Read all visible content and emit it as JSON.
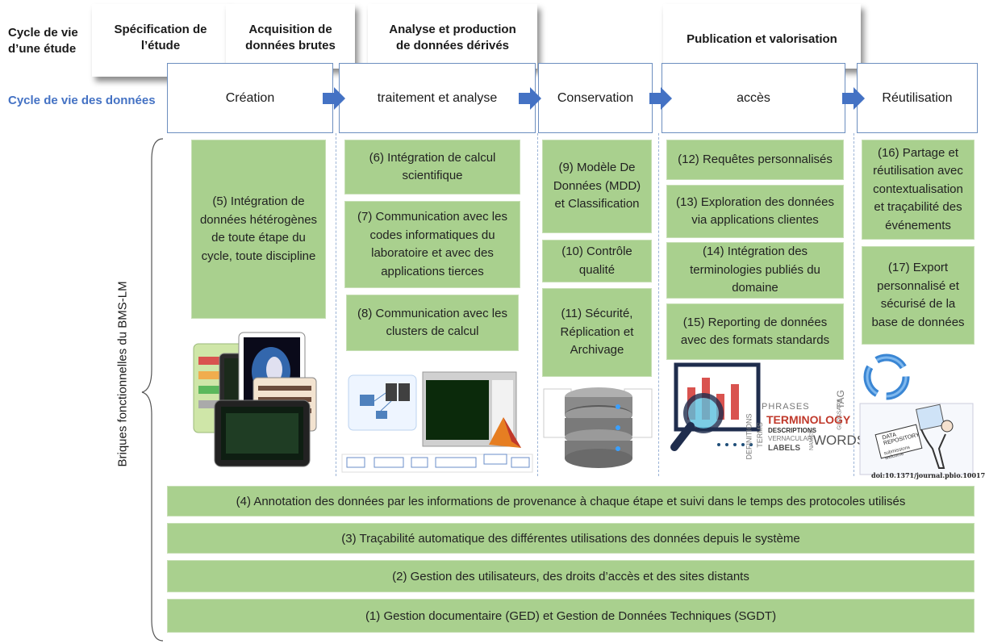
{
  "study_cycle": {
    "label": "Cycle de vie\nd’une étude",
    "phases": [
      "Spécification de\nl’étude",
      "Acquisition de\ndonnées brutes",
      "Analyse et production\nde données dérivés",
      "Publication et valorisation"
    ]
  },
  "data_cycle": {
    "label": "Cycle de vie des données",
    "stages": [
      "Création",
      "traitement et analyse",
      "Conservation",
      "accès",
      "Réutilisation"
    ]
  },
  "side_label": "Briques fonctionnelles du BMS-LM",
  "boxes": {
    "b5": "(5) Intégration de données hétérogènes de toute étape du cycle, toute discipline",
    "b6": "(6) Intégration de calcul scientifique",
    "b7": "(7) Communication avec les codes informatiques du laboratoire et avec des applications tierces",
    "b8": "(8) Communication avec les clusters de calcul",
    "b9": "(9) Modèle De Données (MDD) et Classification",
    "b10": "(10) Contrôle qualité",
    "b11": "(11) Sécurité, Réplication et Archivage",
    "b12": "(12) Requêtes personnalisés",
    "b13": "(13) Exploration des données via applications clientes",
    "b14": "(14) Intégration des terminologies publiés du domaine",
    "b15": "(15) Reporting de données avec des formats standards",
    "b16": "(16) Partage et réutilisation avec contextualisation et traçabilité des événements",
    "b17": "(17) Export personnalisé et sécurisé de la base de données"
  },
  "bars": [
    "(4) Annotation des données par les informations de provenance à chaque étape et suivi  dans le temps des protocoles utilisés",
    "(3) Traçabilité automatique des différentes utilisations des données depuis le système",
    "(2) Gestion des utilisateurs, des droits d’accès et des sites distants",
    "(1) Gestion documentaire (GED) et Gestion de Données Techniques (SGDT)"
  ],
  "image_text": {
    "terminology": "TERMINOLOGY",
    "phrases": "PHRASES",
    "descriptions": "DESCRIPTIONS",
    "vernacular": "VERNACULAR",
    "labels": "LABELS",
    "words": "WORDS",
    "definitions": "DEFINITIONS",
    "terms": "TERMS",
    "tag": "TAG",
    "glossary": "GLOSSARY",
    "names": "NAMES",
    "repo": "DATA REPOSITORY",
    "repo_sub": "submissions welcome",
    "doi": "doi:10.1371/journal.pbio.10017"
  },
  "colors": {
    "green_box": "#a9d08e",
    "stage_border": "#6c8ebf",
    "arrow": "#4472c4",
    "data_cycle_label": "#4472c4"
  }
}
